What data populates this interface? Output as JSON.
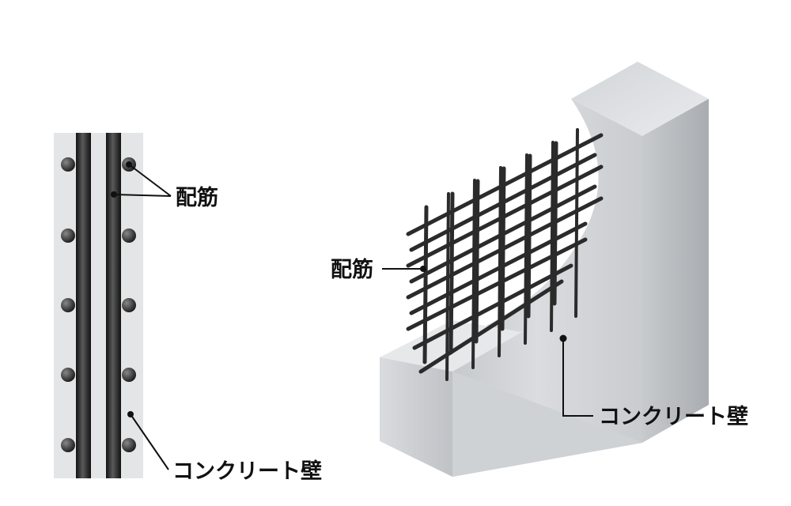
{
  "labels": {
    "section_rebar": "配筋",
    "section_wall": "コンクリート壁",
    "iso_rebar": "配筋",
    "iso_wall": "コンクリート壁"
  },
  "colors": {
    "concrete": "#e4e6e8",
    "rebar": "#2a2a2a",
    "leader": "#111111"
  }
}
